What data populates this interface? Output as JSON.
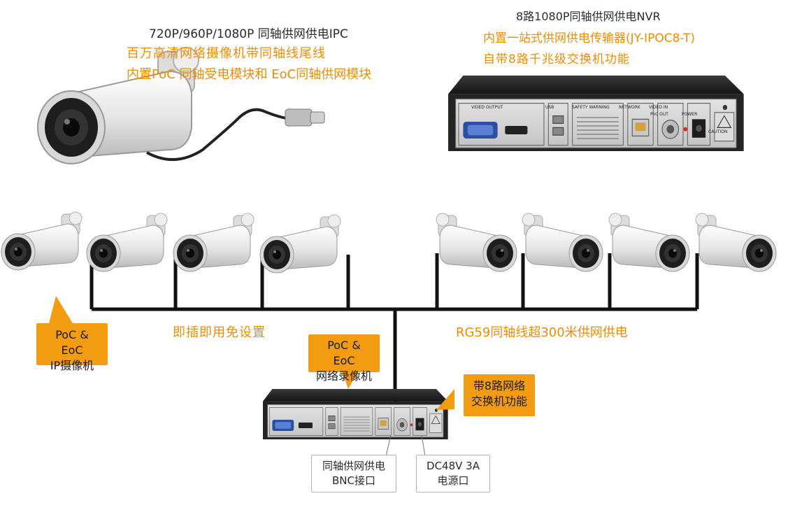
{
  "ipc": {
    "title": "720P/960P/1080P 同轴供网供电IPC",
    "line1": "百万高清网络摄像机带同轴线尾线",
    "line2": "内置PoC 同轴受电模块和 EoC同轴供网模块"
  },
  "nvr_top": {
    "title": "8路1080P同轴供网供电NVR",
    "line1": "内置一站式供网供电传输器(JY-IPOC8-T)",
    "line2": "自带8路千兆级交换机功能"
  },
  "nvr_panel": {
    "video_output": "VIDEO OUTPUT",
    "usb": "USB",
    "safety": "SAFETY WARNING",
    "network": "NETWORK",
    "video_in": "VIDEO IN",
    "poc_out": "PoC OUT",
    "power": "POWER",
    "caution": "CAUTION"
  },
  "labels": {
    "plug_play": "即插即用免设置",
    "rg59": "RG59同轴线超300米供网供电",
    "ipc_callout_1": "PoC & EoC",
    "ipc_callout_2": "IP摄像机",
    "nvr_callout_1": "PoC & EoC",
    "nvr_callout_2": "网络录像机",
    "switch_callout_1": "带8路网络",
    "switch_callout_2": "交换机功能",
    "bnc_1": "同轴供网供电",
    "bnc_2": "BNC接口",
    "power_1": "DC48V 3A",
    "power_2": "电源口"
  },
  "colors": {
    "accent": "#f39c12",
    "text_orange": "#f08c00",
    "wire": "#111111"
  }
}
